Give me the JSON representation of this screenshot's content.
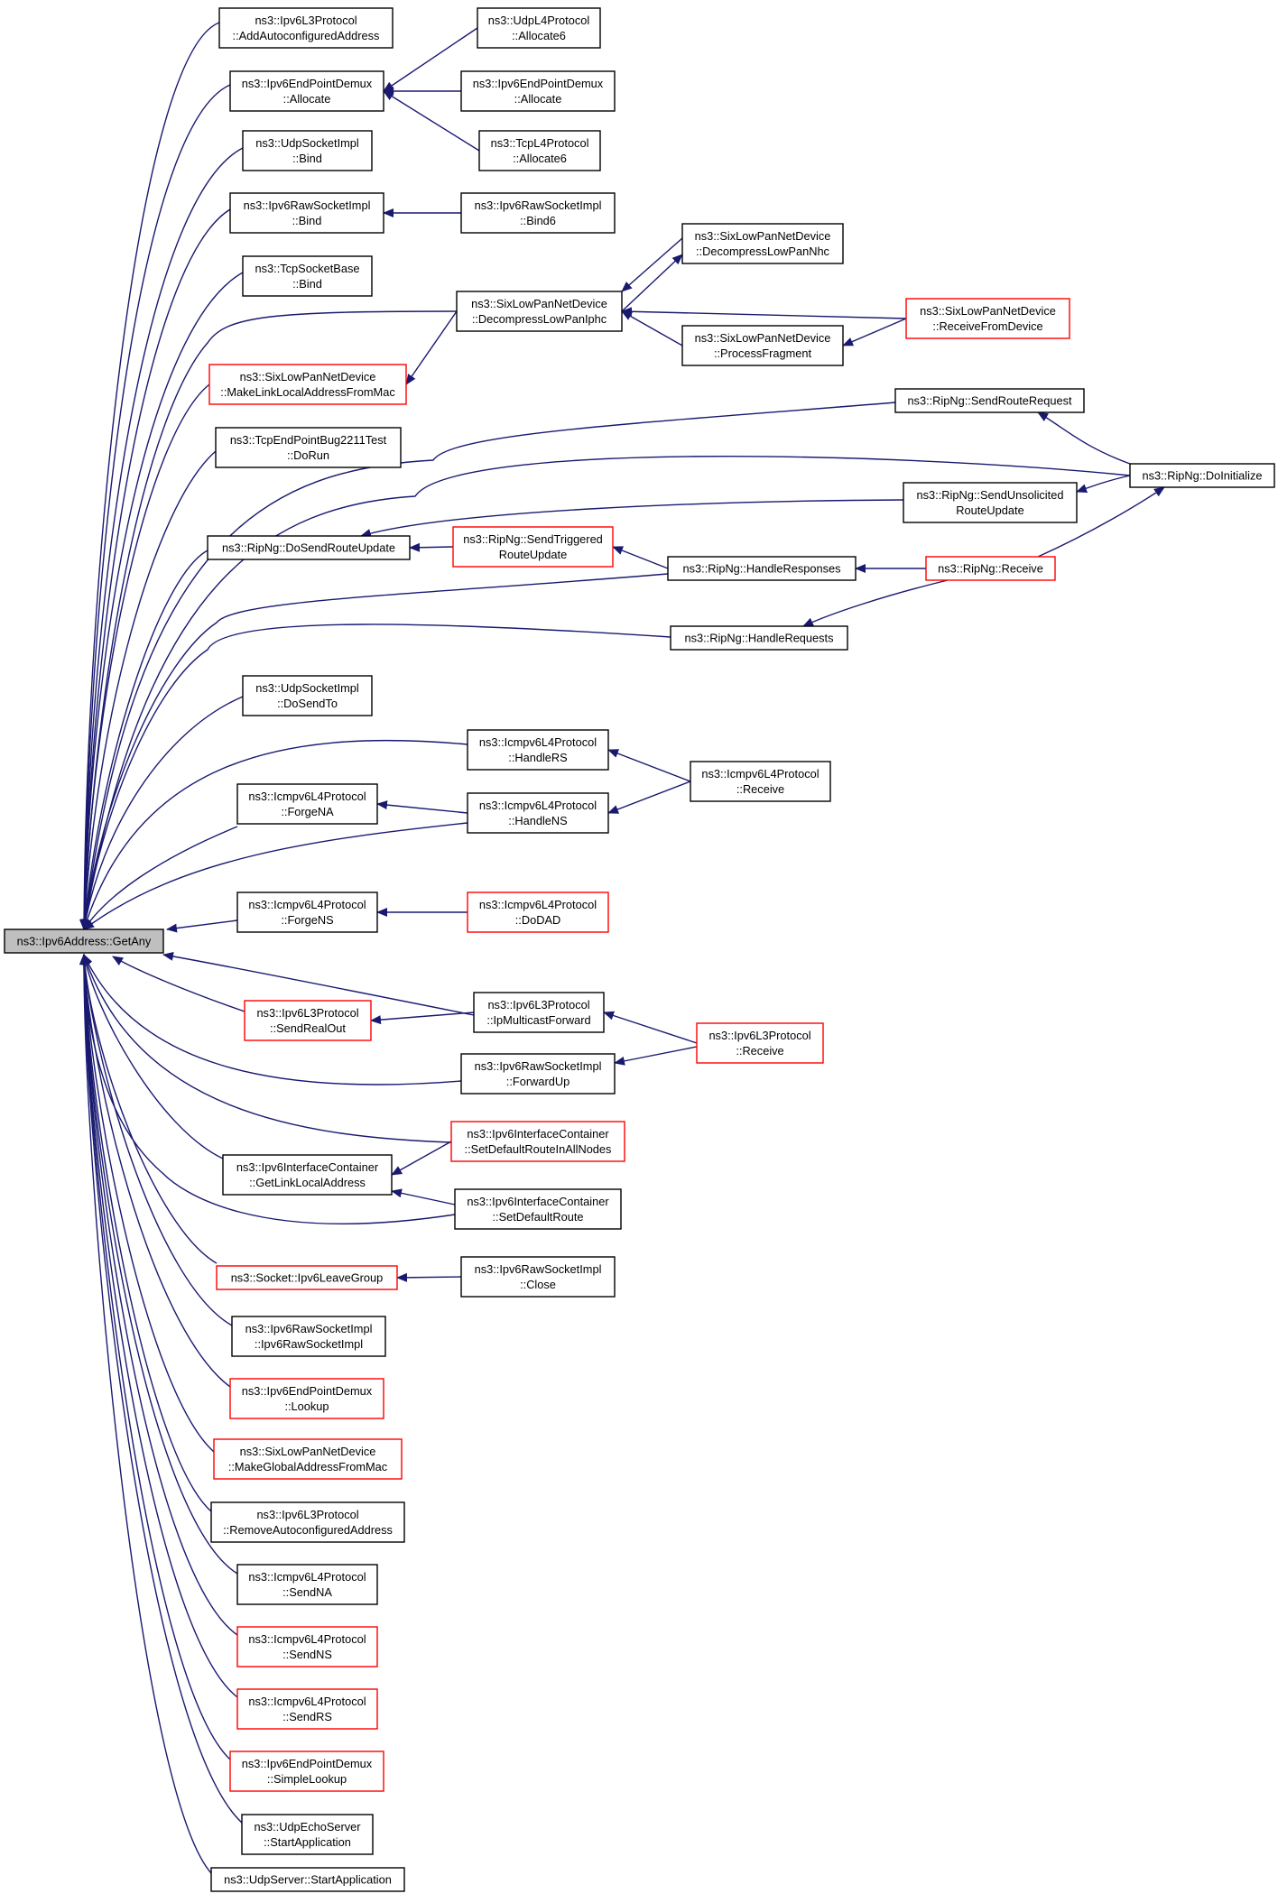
{
  "colors": {
    "edge": "#191970",
    "border_normal": "#000000",
    "border_truncated": "#ff0000",
    "fill_focus": "#bfbfbf",
    "fill_normal": "#ffffff"
  },
  "nodes": [
    {
      "id": "getany",
      "lines": [
        "ns3::Ipv6Address::GetAny"
      ],
      "style": "focus"
    },
    {
      "id": "l3_addauto",
      "lines": [
        "ns3::Ipv6L3Protocol",
        "::AddAutoconfiguredAddress"
      ],
      "style": "normal"
    },
    {
      "id": "epd_alloc",
      "lines": [
        "ns3::Ipv6EndPointDemux",
        "::Allocate"
      ],
      "style": "normal"
    },
    {
      "id": "udp_bind",
      "lines": [
        "ns3::UdpSocketImpl",
        "::Bind"
      ],
      "style": "normal"
    },
    {
      "id": "raw_bind",
      "lines": [
        "ns3::Ipv6RawSocketImpl",
        "::Bind"
      ],
      "style": "normal"
    },
    {
      "id": "tcp_bind",
      "lines": [
        "ns3::TcpSocketBase",
        "::Bind"
      ],
      "style": "normal"
    },
    {
      "id": "slp_mkll",
      "lines": [
        "ns3::SixLowPanNetDevice",
        "::MakeLinkLocalAddressFromMac"
      ],
      "style": "truncated"
    },
    {
      "id": "tcp_bug",
      "lines": [
        "ns3::TcpEndPointBug2211Test",
        "::DoRun"
      ],
      "style": "normal"
    },
    {
      "id": "rip_dosend",
      "lines": [
        "ns3::RipNg::DoSendRouteUpdate"
      ],
      "style": "normal"
    },
    {
      "id": "udp_dosendto",
      "lines": [
        "ns3::UdpSocketImpl",
        "::DoSendTo"
      ],
      "style": "normal"
    },
    {
      "id": "icmp_forgena",
      "lines": [
        "ns3::Icmpv6L4Protocol",
        "::ForgeNA"
      ],
      "style": "normal"
    },
    {
      "id": "icmp_forgens",
      "lines": [
        "ns3::Icmpv6L4Protocol",
        "::ForgeNS"
      ],
      "style": "normal"
    },
    {
      "id": "l3_sendrealout",
      "lines": [
        "ns3::Ipv6L3Protocol",
        "::SendRealOut"
      ],
      "style": "truncated"
    },
    {
      "id": "ic_getll",
      "lines": [
        "ns3::Ipv6InterfaceContainer",
        "::GetLinkLocalAddress"
      ],
      "style": "normal"
    },
    {
      "id": "sock_leave",
      "lines": [
        "ns3::Socket::Ipv6LeaveGroup"
      ],
      "style": "truncated"
    },
    {
      "id": "raw_ctor",
      "lines": [
        "ns3::Ipv6RawSocketImpl",
        "::Ipv6RawSocketImpl"
      ],
      "style": "normal"
    },
    {
      "id": "epd_lookup",
      "lines": [
        "ns3::Ipv6EndPointDemux",
        "::Lookup"
      ],
      "style": "truncated"
    },
    {
      "id": "slp_mkglobal",
      "lines": [
        "ns3::SixLowPanNetDevice",
        "::MakeGlobalAddressFromMac"
      ],
      "style": "truncated"
    },
    {
      "id": "l3_removeauto",
      "lines": [
        "ns3::Ipv6L3Protocol",
        "::RemoveAutoconfiguredAddress"
      ],
      "style": "normal"
    },
    {
      "id": "icmp_sendna",
      "lines": [
        "ns3::Icmpv6L4Protocol",
        "::SendNA"
      ],
      "style": "normal"
    },
    {
      "id": "icmp_sendns",
      "lines": [
        "ns3::Icmpv6L4Protocol",
        "::SendNS"
      ],
      "style": "truncated"
    },
    {
      "id": "icmp_sendrs",
      "lines": [
        "ns3::Icmpv6L4Protocol",
        "::SendRS"
      ],
      "style": "truncated"
    },
    {
      "id": "epd_simple",
      "lines": [
        "ns3::Ipv6EndPointDemux",
        "::SimpleLookup"
      ],
      "style": "truncated"
    },
    {
      "id": "echo_start",
      "lines": [
        "ns3::UdpEchoServer",
        "::StartApplication"
      ],
      "style": "normal"
    },
    {
      "id": "udpserver_start",
      "lines": [
        "ns3::UdpServer::StartApplication"
      ],
      "style": "normal"
    },
    {
      "id": "udp4_alloc6",
      "lines": [
        "ns3::UdpL4Protocol",
        "::Allocate6"
      ],
      "style": "normal"
    },
    {
      "id": "epd_alloc2",
      "lines": [
        "ns3::Ipv6EndPointDemux",
        "::Allocate"
      ],
      "style": "normal"
    },
    {
      "id": "tcp4_alloc6",
      "lines": [
        "ns3::TcpL4Protocol",
        "::Allocate6"
      ],
      "style": "normal"
    },
    {
      "id": "raw_bind6",
      "lines": [
        "ns3::Ipv6RawSocketImpl",
        "::Bind6"
      ],
      "style": "normal"
    },
    {
      "id": "slp_decompiphc",
      "lines": [
        "ns3::SixLowPanNetDevice",
        "::DecompressLowPanIphc"
      ],
      "style": "normal"
    },
    {
      "id": "slp_decompnhc",
      "lines": [
        "ns3::SixLowPanNetDevice",
        "::DecompressLowPanNhc"
      ],
      "style": "normal"
    },
    {
      "id": "slp_procfrag",
      "lines": [
        "ns3::SixLowPanNetDevice",
        "::ProcessFragment"
      ],
      "style": "normal"
    },
    {
      "id": "slp_recvdev",
      "lines": [
        "ns3::SixLowPanNetDevice",
        "::ReceiveFromDevice"
      ],
      "style": "truncated"
    },
    {
      "id": "rip_sendreq",
      "lines": [
        "ns3::RipNg::SendRouteRequest"
      ],
      "style": "normal"
    },
    {
      "id": "rip_doinit",
      "lines": [
        "ns3::RipNg::DoInitialize"
      ],
      "style": "normal"
    },
    {
      "id": "rip_sendunsol",
      "lines": [
        "ns3::RipNg::SendUnsolicited",
        "RouteUpdate"
      ],
      "style": "normal"
    },
    {
      "id": "rip_sendtrig",
      "lines": [
        "ns3::RipNg::SendTriggered",
        "RouteUpdate"
      ],
      "style": "truncated"
    },
    {
      "id": "rip_handleresp",
      "lines": [
        "ns3::RipNg::HandleResponses"
      ],
      "style": "normal"
    },
    {
      "id": "rip_receive",
      "lines": [
        "ns3::RipNg::Receive"
      ],
      "style": "truncated"
    },
    {
      "id": "rip_handlereq",
      "lines": [
        "ns3::RipNg::HandleRequests"
      ],
      "style": "normal"
    },
    {
      "id": "icmp_handlers",
      "lines": [
        "ns3::Icmpv6L4Protocol",
        "::HandleRS"
      ],
      "style": "normal"
    },
    {
      "id": "icmp_receive",
      "lines": [
        "ns3::Icmpv6L4Protocol",
        "::Receive"
      ],
      "style": "normal"
    },
    {
      "id": "icmp_handlens",
      "lines": [
        "ns3::Icmpv6L4Protocol",
        "::HandleNS"
      ],
      "style": "normal"
    },
    {
      "id": "icmp_dodad",
      "lines": [
        "ns3::Icmpv6L4Protocol",
        "::DoDAD"
      ],
      "style": "truncated"
    },
    {
      "id": "l3_ipmcast",
      "lines": [
        "ns3::Ipv6L3Protocol",
        "::IpMulticastForward"
      ],
      "style": "normal"
    },
    {
      "id": "l3_receive",
      "lines": [
        "ns3::Ipv6L3Protocol",
        "::Receive"
      ],
      "style": "truncated"
    },
    {
      "id": "raw_fwdup",
      "lines": [
        "ns3::Ipv6RawSocketImpl",
        "::ForwardUp"
      ],
      "style": "normal"
    },
    {
      "id": "ic_setdefall",
      "lines": [
        "ns3::Ipv6InterfaceContainer",
        "::SetDefaultRouteInAllNodes"
      ],
      "style": "truncated"
    },
    {
      "id": "ic_setdef",
      "lines": [
        "ns3::Ipv6InterfaceContainer",
        "::SetDefaultRoute"
      ],
      "style": "normal"
    },
    {
      "id": "raw_close",
      "lines": [
        "ns3::Ipv6RawSocketImpl",
        "::Close"
      ],
      "style": "normal"
    }
  ],
  "edges": [
    [
      "l3_addauto",
      "getany"
    ],
    [
      "epd_alloc",
      "getany"
    ],
    [
      "udp_bind",
      "getany"
    ],
    [
      "raw_bind",
      "getany"
    ],
    [
      "tcp_bind",
      "getany"
    ],
    [
      "slp_decompiphc",
      "getany"
    ],
    [
      "slp_mkll",
      "getany"
    ],
    [
      "tcp_bug",
      "getany"
    ],
    [
      "rip_sendreq",
      "getany"
    ],
    [
      "rip_doinit",
      "getany"
    ],
    [
      "rip_dosend",
      "getany"
    ],
    [
      "rip_handleresp",
      "getany"
    ],
    [
      "rip_handlereq",
      "getany"
    ],
    [
      "udp_dosendto",
      "getany"
    ],
    [
      "icmp_handlers",
      "getany"
    ],
    [
      "icmp_forgena",
      "getany"
    ],
    [
      "icmp_handlens",
      "getany"
    ],
    [
      "icmp_forgens",
      "getany"
    ],
    [
      "l3_ipmcast",
      "getany"
    ],
    [
      "l3_sendrealout",
      "getany"
    ],
    [
      "raw_fwdup",
      "getany"
    ],
    [
      "ic_setdefall",
      "getany"
    ],
    [
      "ic_getll",
      "getany"
    ],
    [
      "ic_setdef",
      "getany"
    ],
    [
      "sock_leave",
      "getany"
    ],
    [
      "raw_ctor",
      "getany"
    ],
    [
      "epd_lookup",
      "getany"
    ],
    [
      "slp_mkglobal",
      "getany"
    ],
    [
      "l3_removeauto",
      "getany"
    ],
    [
      "icmp_sendna",
      "getany"
    ],
    [
      "icmp_sendns",
      "getany"
    ],
    [
      "icmp_sendrs",
      "getany"
    ],
    [
      "epd_simple",
      "getany"
    ],
    [
      "echo_start",
      "getany"
    ],
    [
      "udpserver_start",
      "getany"
    ],
    [
      "udp4_alloc6",
      "epd_alloc"
    ],
    [
      "epd_alloc2",
      "epd_alloc"
    ],
    [
      "tcp4_alloc6",
      "epd_alloc"
    ],
    [
      "raw_bind6",
      "raw_bind"
    ],
    [
      "slp_decompiphc",
      "slp_mkll"
    ],
    [
      "slp_decompnhc",
      "slp_decompiphc"
    ],
    [
      "slp_decompiphc",
      "slp_decompnhc"
    ],
    [
      "slp_recvdev",
      "slp_decompiphc"
    ],
    [
      "slp_procfrag",
      "slp_decompiphc"
    ],
    [
      "slp_recvdev",
      "slp_procfrag"
    ],
    [
      "rip_doinit",
      "rip_sendreq"
    ],
    [
      "rip_doinit",
      "rip_sendunsol"
    ],
    [
      "rip_receive",
      "rip_doinit"
    ],
    [
      "rip_sendunsol",
      "rip_dosend"
    ],
    [
      "rip_sendtrig",
      "rip_dosend"
    ],
    [
      "rip_handleresp",
      "rip_sendtrig"
    ],
    [
      "rip_receive",
      "rip_handleresp"
    ],
    [
      "rip_receive",
      "rip_handlereq"
    ],
    [
      "icmp_receive",
      "icmp_handlers"
    ],
    [
      "icmp_receive",
      "icmp_handlens"
    ],
    [
      "icmp_handlens",
      "icmp_forgena"
    ],
    [
      "icmp_dodad",
      "icmp_forgens"
    ],
    [
      "l3_ipmcast",
      "l3_sendrealout"
    ],
    [
      "l3_receive",
      "l3_ipmcast"
    ],
    [
      "l3_receive",
      "raw_fwdup"
    ],
    [
      "ic_setdefall",
      "ic_getll"
    ],
    [
      "ic_setdef",
      "ic_getll"
    ],
    [
      "raw_close",
      "sock_leave"
    ]
  ]
}
